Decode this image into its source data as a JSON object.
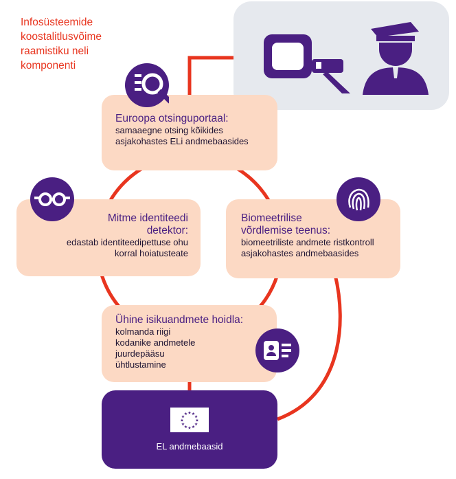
{
  "title": "Infosüsteemide koostalitlusvõime raamistiku neli komponenti",
  "colors": {
    "accent_red": "#e8351f",
    "purple": "#4a1f82",
    "box_peach": "#fcd9c4",
    "police_bg": "#e6e9ee"
  },
  "components": [
    {
      "id": "portal",
      "title": "Euroopa otsinguportaal:",
      "description": "samaaegne otsing kõikides asjakohastes ELi andmebaasides",
      "icon": "search-document-icon"
    },
    {
      "id": "mid",
      "title": "Mitme identiteedi detektor:",
      "description": "edastab identiteedipettuse ohu korral hoiatusteate",
      "icon": "glasses-icon"
    },
    {
      "id": "bms",
      "title": "Biomeetrilise võrdlemise teenus:",
      "description": "biomeetriliste andmete ristkontroll asjakohastes andmebaasides",
      "icon": "fingerprint-icon"
    },
    {
      "id": "cir",
      "title": "Ühine isikuandmete hoidla:",
      "description": "kolmanda riigi kodanike andmetele juurdepääsu ühtlustamine",
      "icon": "id-card-icon"
    }
  ],
  "database": {
    "label": "EL andmebaasid",
    "icon": "eu-flag-icon"
  },
  "officer": {
    "icons": [
      "tablet-scanner-icon",
      "police-officer-icon"
    ]
  }
}
